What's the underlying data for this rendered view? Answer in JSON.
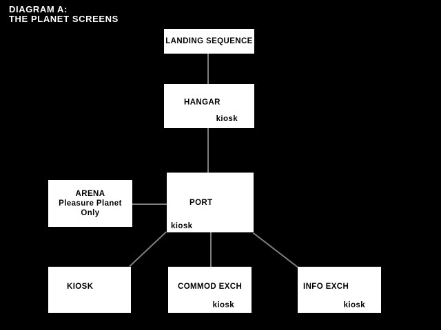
{
  "title": {
    "text": "DIAGRAM A:\nTHE PLANET SCREENS"
  },
  "colors": {
    "background": "#000000",
    "box_fill": "#ffffff",
    "box_text": "#000000",
    "title_text": "#ffffff",
    "connector_line": "#7f7f7f"
  },
  "nodes": {
    "landing_sequence": {
      "label": "LANDING SEQUENCE"
    },
    "hangar": {
      "label": "HANGAR",
      "kiosk": "kiosk"
    },
    "port": {
      "label": "PORT",
      "kiosk": "kiosk"
    },
    "arena": {
      "label": "ARENA",
      "note_line1": "Pleasure Planet",
      "note_line2": "Only"
    },
    "kiosk": {
      "label": "KIOSK"
    },
    "commod_exch": {
      "label": "COMMOD EXCH",
      "kiosk": "kiosk"
    },
    "info_exch": {
      "label": "INFO EXCH",
      "kiosk": "kiosk"
    }
  },
  "edges": [
    {
      "from": "LANDING SEQUENCE",
      "to": "HANGAR"
    },
    {
      "from": "HANGAR",
      "to": "PORT"
    },
    {
      "from": "ARENA",
      "to": "PORT"
    },
    {
      "from": "PORT",
      "to": "KIOSK"
    },
    {
      "from": "PORT",
      "to": "COMMOD EXCH"
    },
    {
      "from": "PORT",
      "to": "INFO EXCH"
    }
  ]
}
